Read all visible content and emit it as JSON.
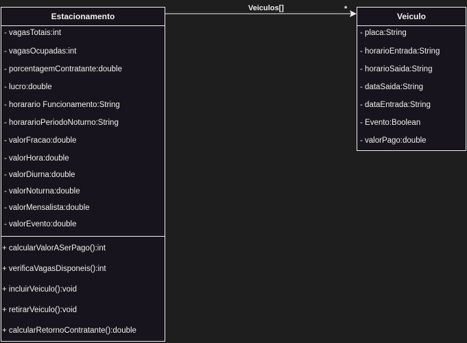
{
  "diagram": {
    "classes": [
      {
        "id": "estacionamento",
        "name": "Estacionamento",
        "attributes": [
          "- vagasTotais:int",
          "- vagasOcupadas:int",
          "- porcentagemContratante:double",
          "- lucro:double",
          "- horarario Funcionamento:String",
          "- horararioPeriodoNoturno:String",
          "- valorFracao:double",
          "- valorHora:double",
          "- valorDiurna:double",
          "- valorNoturna:double",
          "- valorMensalista:double",
          "- valorEvento:double"
        ],
        "methods": [
          "+ calcularValorASerPago():int",
          "+ verificaVagasDisponeis():int",
          "+ incluirVeiculo():void",
          "+ retirarVeiculo():void",
          "+ calcularRetornoContratante():double"
        ]
      },
      {
        "id": "veiculo",
        "name": "Veiculo",
        "attributes": [
          "- placa:String",
          "- horarioEntrada:String",
          "- horarioSaida:String",
          "- dataSaida:String",
          "- dataEntrada:String",
          "- Evento:Boolean",
          "- valorPago:double"
        ],
        "methods": []
      }
    ],
    "association": {
      "label": "Veiculos[]",
      "multiplicity": "*"
    }
  },
  "colors": {
    "background": "#1e1e1e",
    "box_fill": "#18141d",
    "stroke": "#f0f0f0"
  }
}
